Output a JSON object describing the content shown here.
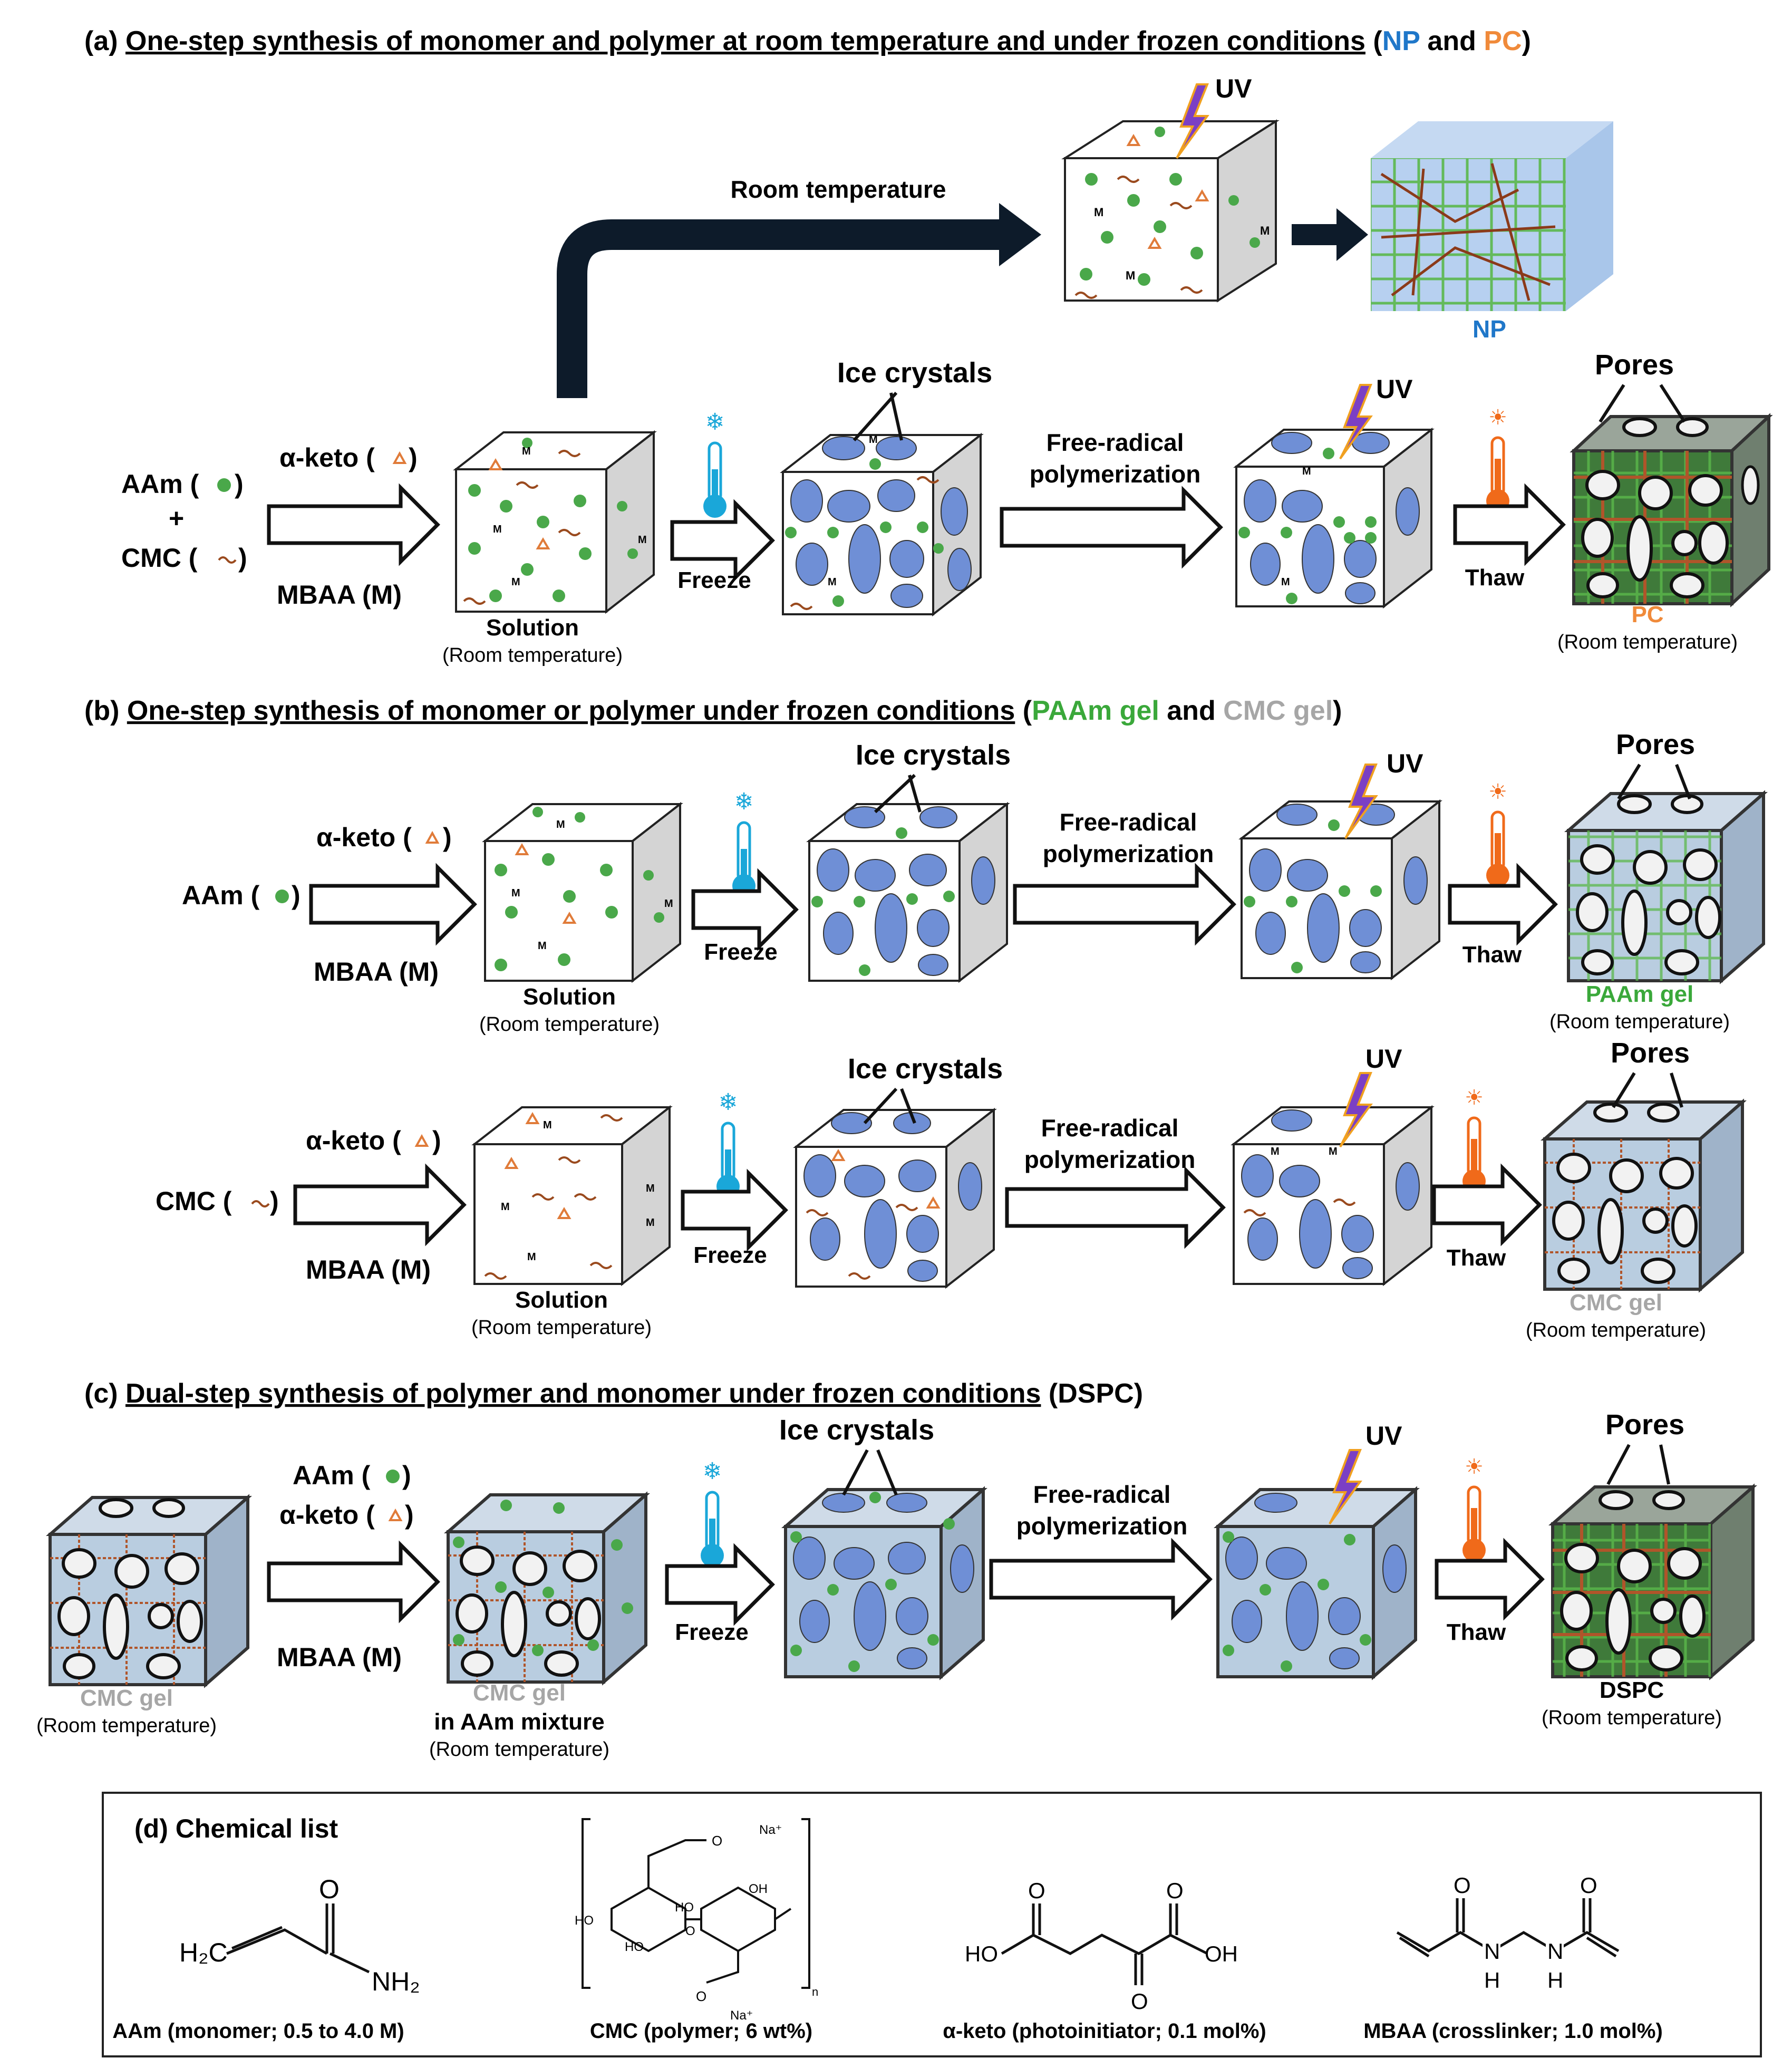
{
  "colors": {
    "np": "#1f77c9",
    "pc": "#f08a3a",
    "paam": "#3aa83a",
    "cmcgel": "#a6a6a6",
    "ice": "#6f8fd6",
    "green_dot": "#4aa84a",
    "brown": "#9a4a1e",
    "uv": "#7b3fc4",
    "cold": "#1aa7d9",
    "hot": "#f06a1a"
  },
  "panel_a": {
    "title_prefix": "(a) ",
    "title": "One-step synthesis of monomer and polymer at room temperature and under frozen conditions",
    "open": " (",
    "np": "NP",
    "and": " and ",
    "pc": "PC",
    "close": ")",
    "room_temperature": "Room temperature",
    "uv": "UV",
    "np_label": "NP",
    "inputs": {
      "aam": "AAm (",
      "plus": "+",
      "cmc": "CMC (",
      "close": ")",
      "aketo": "α-keto (",
      "mbaa": "MBAA (M)"
    },
    "solution": "Solution",
    "room_paren": "(Room temperature)",
    "freeze": "Freeze",
    "ice": "Ice crystals",
    "frp1": "Free-radical",
    "frp2": "polymerization",
    "thaw": "Thaw",
    "pores": "Pores",
    "pc_label": "PC"
  },
  "panel_b": {
    "title_prefix": "(b) ",
    "title": "One-step synthesis of monomer or polymer under frozen conditions",
    "open": " (",
    "paam": "PAAm gel",
    "and": " and ",
    "cmc": "CMC gel",
    "close": ")",
    "row1": {
      "aketo": "α-keto (",
      "aam": "AAm (",
      "mbaa": "MBAA (M)",
      "solution": "Solution",
      "room": "(Room temperature)",
      "freeze": "Freeze",
      "ice": "Ice crystals",
      "frp1": "Free-radical",
      "frp2": "polymerization",
      "uv": "UV",
      "thaw": "Thaw",
      "pores": "Pores",
      "product": "PAAm gel",
      "product_room": "(Room temperature)"
    },
    "row2": {
      "aketo": "α-keto (",
      "cmc": "CMC (",
      "mbaa": "MBAA (M)",
      "solution": "Solution",
      "room": "(Room temperature)",
      "freeze": "Freeze",
      "ice": "Ice crystals",
      "frp1": "Free-radical",
      "frp2": "polymerization",
      "uv": "UV",
      "thaw": "Thaw",
      "pores": "Pores",
      "product": "CMC gel",
      "product_room": "(Room temperature)"
    }
  },
  "panel_c": {
    "title_prefix": "(c) ",
    "title": "Dual-step synthesis of polymer and monomer under frozen conditions",
    "suffix": " (DSPC)",
    "start": "CMC gel",
    "start_room": "(Room temperature)",
    "aam": "AAm (",
    "aketo": "α-keto (",
    "mbaa": "MBAA (M)",
    "mix1": "CMC gel",
    "mix2": "in AAm mixture",
    "mix_room": "(Room temperature)",
    "freeze": "Freeze",
    "ice": "Ice crystals",
    "frp1": "Free-radical",
    "frp2": "polymerization",
    "uv": "UV",
    "thaw": "Thaw",
    "pores": "Pores",
    "product": "DSPC",
    "product_room": "(Room temperature)"
  },
  "panel_d": {
    "title": "(d) Chemical list",
    "aam_caption": "AAm (monomer; 0.5 to 4.0 M)",
    "cmc_caption": "CMC (polymer; 6 wt%)",
    "aketo_caption": "α-keto (photoinitiator; 0.1 mol%)",
    "mbaa_caption": "MBAA (crosslinker; 1.0 mol%)",
    "aam_struct": {
      "h2c": "H₂C",
      "o": "O",
      "nh2": "NH₂"
    },
    "cmc_struct": {
      "na": "Na⁺",
      "oh": "OH",
      "ho": "HO",
      "n": "n",
      "o": "O"
    },
    "aketo_struct": {
      "ho": "HO",
      "oh": "OH",
      "o": "O"
    },
    "mbaa_struct": {
      "o": "O",
      "n": "N",
      "h": "H"
    }
  },
  "symbols": {
    "m": "M"
  }
}
